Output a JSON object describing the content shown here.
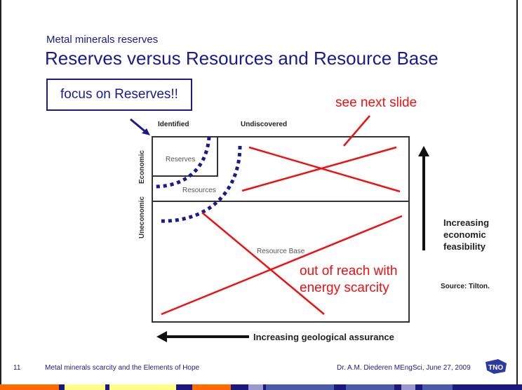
{
  "slide": {
    "subtitle": "Metal minerals reserves",
    "title": "Reserves versus Resources and Resource Base",
    "callout": "focus on Reserves!!",
    "annotation_next": "see next slide",
    "annotation_reach_1": "out of reach with",
    "annotation_reach_2": "energy scarcity",
    "source": "Source: Tilton."
  },
  "diagram": {
    "col_identified": "Identified",
    "col_undiscovered": "Undiscovered",
    "row_economic": "Economic",
    "row_uneconomic": "Uneconomic",
    "cell_reserves": "Reserves",
    "cell_resources": "Resources",
    "cell_resource_base": "Resource Base",
    "axis_y_1": "Increasing",
    "axis_y_2": "economic",
    "axis_y_3": "feasibility",
    "axis_x": "Increasing geological assurance"
  },
  "footer": {
    "page": "11",
    "talk": "Metal minerals scarcity and the Elements of Hope",
    "author": "Dr. A.M. Diederen MEngSci, June 27, 2009",
    "logo": "TNO"
  },
  "colors": {
    "navy": "#1a1a8c",
    "red": "#ee1111",
    "orange": "#ff6a00",
    "yellow": "#ffff88",
    "light": "#9999cc",
    "mid": "#4a5ba8"
  }
}
